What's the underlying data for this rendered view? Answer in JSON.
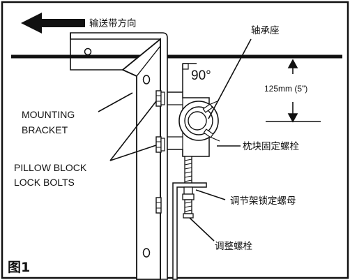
{
  "labels": {
    "conveyor_direction": "输送带方向",
    "bearing_seat": "轴承座",
    "angle": "90°",
    "distance": "125mm (5\")",
    "mounting_bracket_line1": "MOUNTING",
    "mounting_bracket_line2": "BRACKET",
    "pillow_block_line1": "PILLOW BLOCK",
    "pillow_block_line2": "LOCK BOLTS",
    "pillow_block_fix_bolt": "枕块固定螺栓",
    "adjust_frame_lock_nut": "调节架锁定螺母",
    "adjust_bolt": "调整螺栓",
    "figure_number": "图1"
  },
  "colors": {
    "ink": "#111111",
    "background": "#ffffff"
  },
  "icons": {
    "direction": "arrow-left-icon"
  }
}
